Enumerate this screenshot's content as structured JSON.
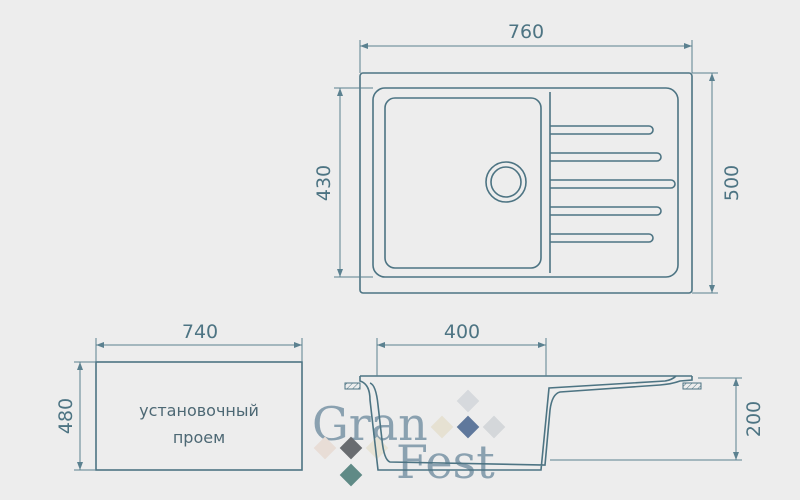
{
  "dimensions": {
    "top_width": "760",
    "top_bowl_height": "430",
    "top_height": "500",
    "cutout_width": "740",
    "cutout_height": "480",
    "side_bowl_width": "400",
    "side_depth": "200"
  },
  "cutout_label": [
    "установочный",
    "проем"
  ],
  "logo": {
    "line1": "Gran",
    "line2": "Fest"
  },
  "colors": {
    "line": "#4d7483",
    "background": "#ededed"
  }
}
